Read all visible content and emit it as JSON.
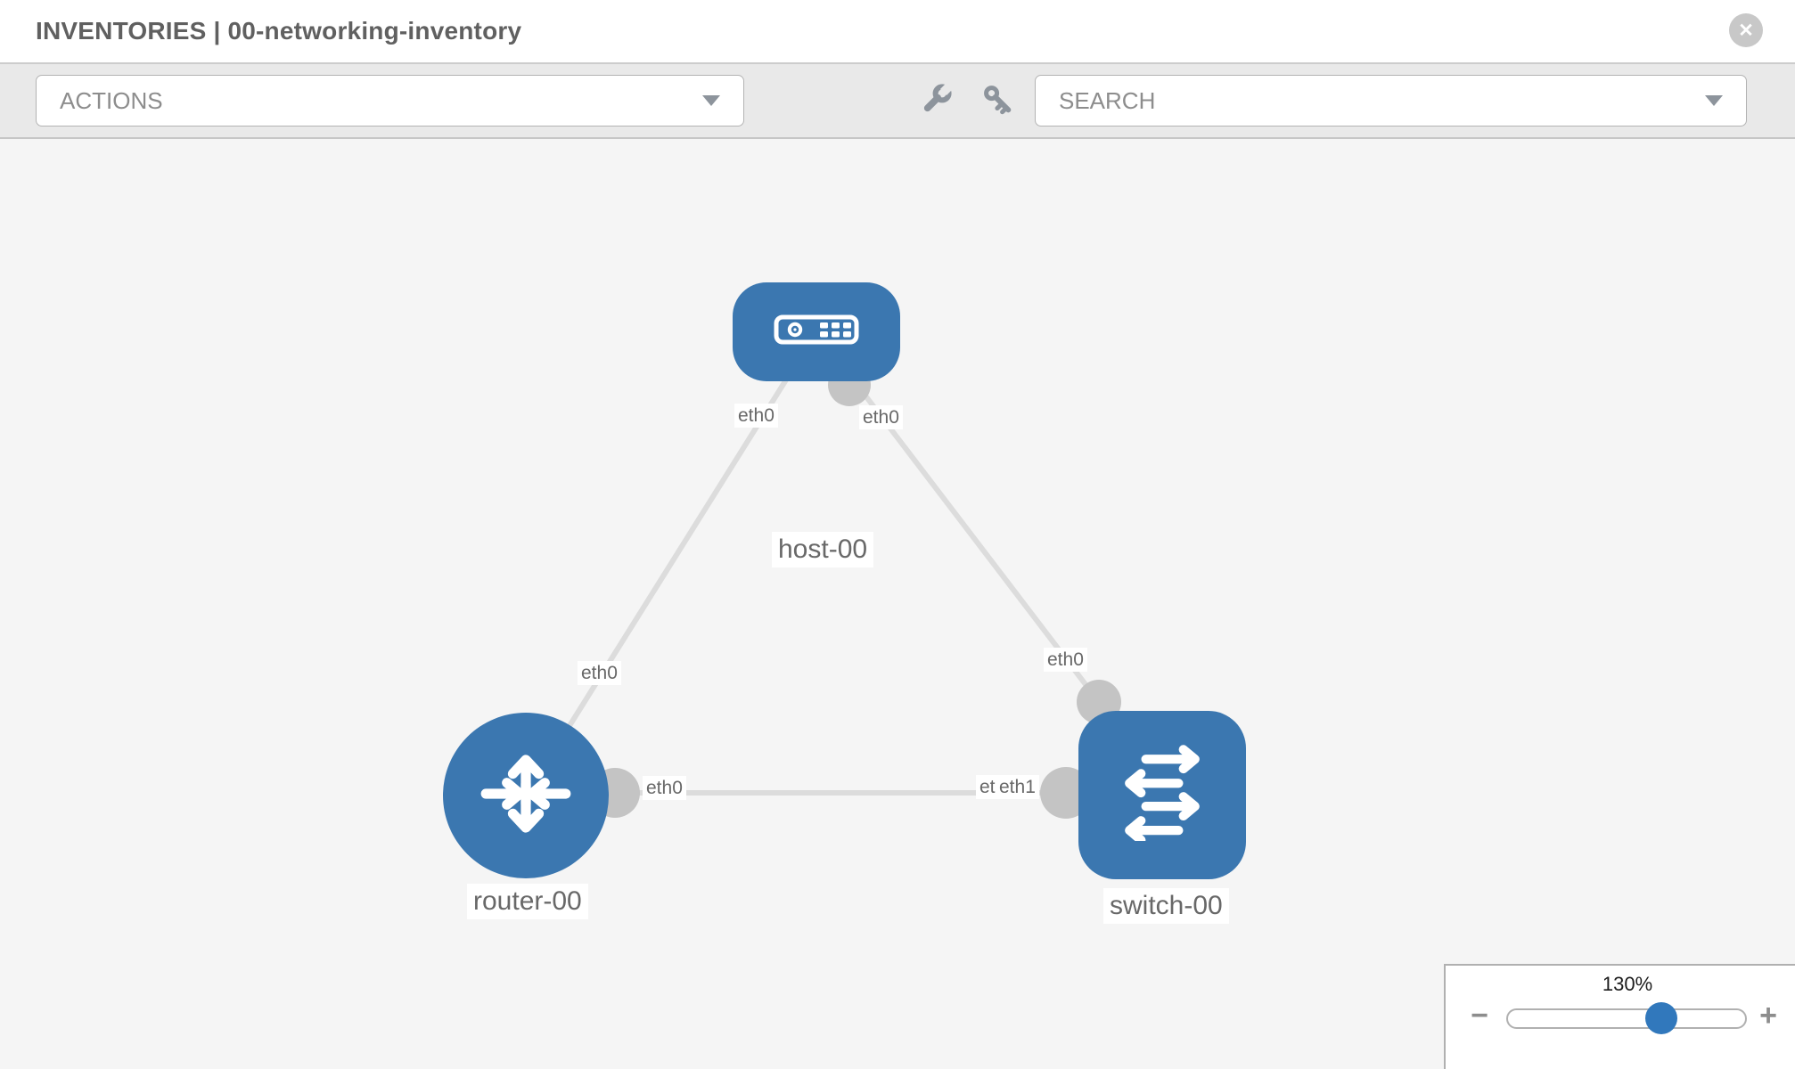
{
  "header": {
    "title": "INVENTORIES | 00-networking-inventory",
    "close_glyph": "✕"
  },
  "toolbar": {
    "actions_label": "ACTIONS",
    "search_label": "SEARCH",
    "icons": [
      "wrench-icon",
      "key-icon"
    ]
  },
  "canvas": {
    "nodes": [
      {
        "id": "host-00",
        "type": "host",
        "label": "host-00"
      },
      {
        "id": "router-00",
        "type": "router",
        "label": "router-00"
      },
      {
        "id": "switch-00",
        "type": "switch",
        "label": "switch-00"
      }
    ],
    "links": [
      {
        "from": "host-00",
        "from_interface": "eth0",
        "to": "router-00",
        "to_interface": "eth0"
      },
      {
        "from": "host-00",
        "from_interface": "eth0",
        "to": "switch-00",
        "to_interface": "eth0"
      },
      {
        "from": "router-00",
        "from_interface": "eth0",
        "to": "switch-00",
        "to_interface": "eth1",
        "to_interface_underlay": "eth0"
      }
    ]
  },
  "zoom_control": {
    "level": "130%",
    "percent": 130,
    "minus_glyph": "−",
    "plus_glyph": "+"
  },
  "colors": {
    "node_blue": "#3b77b0",
    "thumb_blue": "#3178bc",
    "link_gray": "#dcdcdc",
    "dot_gray": "#c4c4c4"
  }
}
